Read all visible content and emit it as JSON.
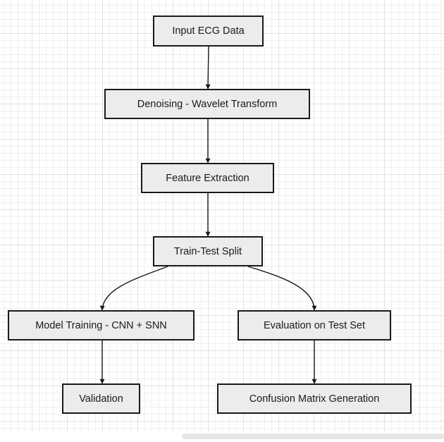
{
  "colors": {
    "node_fill": "#ececec",
    "node_border": "#1a1a1a",
    "edge": "#1a1a1a",
    "grid": "#e3e3e3"
  },
  "nodes": {
    "input_ecg_data": "Input ECG Data",
    "denoising": "Denoising - Wavelet Transform",
    "feature_extraction": "Feature Extraction",
    "train_test_split": "Train-Test Split",
    "model_training": "Model Training - CNN + SNN",
    "evaluation": "Evaluation on Test Set",
    "validation": "Validation",
    "confusion_matrix": "Confusion Matrix Generation"
  },
  "edges": [
    {
      "from": "input_ecg_data",
      "to": "denoising"
    },
    {
      "from": "denoising",
      "to": "feature_extraction"
    },
    {
      "from": "feature_extraction",
      "to": "train_test_split"
    },
    {
      "from": "train_test_split",
      "to": "model_training"
    },
    {
      "from": "train_test_split",
      "to": "evaluation"
    },
    {
      "from": "model_training",
      "to": "validation"
    },
    {
      "from": "evaluation",
      "to": "confusion_matrix"
    }
  ]
}
